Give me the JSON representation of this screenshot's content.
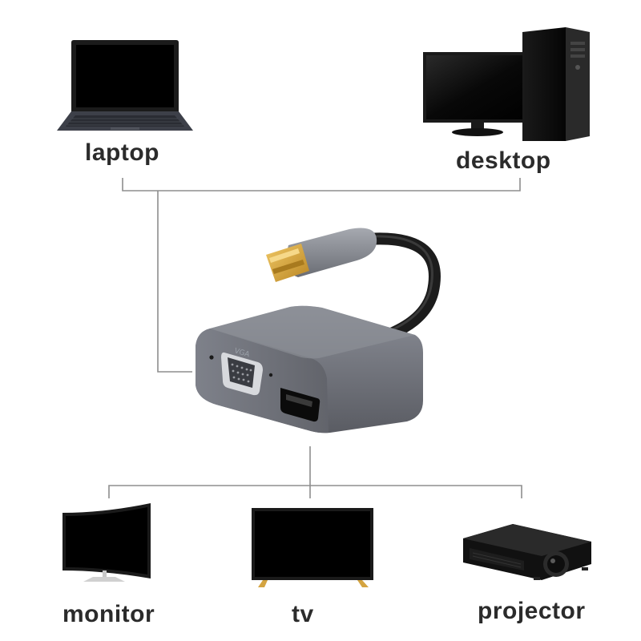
{
  "labels": {
    "laptop": "laptop",
    "desktop": "desktop",
    "monitor": "monitor",
    "tv": "tv",
    "projector": "projector"
  },
  "adapter": {
    "port_label": "VGA"
  },
  "colors": {
    "line": "#8e8e8e",
    "adapter_body": "#6b6d75",
    "adapter_face": "#7d808a",
    "cable": "#1c1c1c",
    "usb_gold": "#d9a441",
    "screen": "#050505",
    "label_text": "#2b2b2b"
  }
}
